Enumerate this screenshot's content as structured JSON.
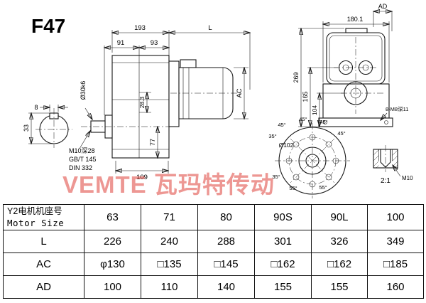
{
  "title": "F47",
  "watermark": "VEMTE 瓦玛特传动",
  "colors": {
    "line": "#151515",
    "watermark": "#de423a"
  },
  "side_view": {
    "dim_total": "193",
    "dim_L": "L",
    "dim_91": "91",
    "dim_93": "93",
    "dim_ac": "AC",
    "dim_shaft_dia": "Ø30k6",
    "dim_28_3": "28.3",
    "dim_77": "77",
    "dim_109": "109",
    "dim_key_width": "8",
    "dim_key_height": "33",
    "note_tap": "M10深28",
    "note_std1": "GB/T 145",
    "note_std2": "DIN 332"
  },
  "rear_view": {
    "dim_ad": "AD",
    "dim_width": "180.1",
    "dim_269": "269",
    "dim_165": "165",
    "dim_104": "104",
    "note_bolts": "8-M8深11"
  },
  "flange_view": {
    "dim_bolt_circle": "Ø102",
    "angles": [
      "45°",
      "45°",
      "45°",
      "45°",
      "35°",
      "35°",
      "55°",
      "55°"
    ]
  },
  "detail_view": {
    "scale": "2:1",
    "thread": "M10"
  },
  "table": {
    "header_cn": "Y2电机机座号",
    "header_en": "Motor Size",
    "columns": [
      "63",
      "71",
      "80",
      "90S",
      "90L",
      "100"
    ],
    "rows": [
      {
        "label": "L",
        "values": [
          "226",
          "240",
          "288",
          "301",
          "326",
          "349"
        ]
      },
      {
        "label": "AC",
        "values": [
          "φ130",
          "□135",
          "□145",
          "□162",
          "□162",
          "□185"
        ]
      },
      {
        "label": "AD",
        "values": [
          "100",
          "110",
          "140",
          "155",
          "155",
          "160"
        ]
      }
    ]
  }
}
